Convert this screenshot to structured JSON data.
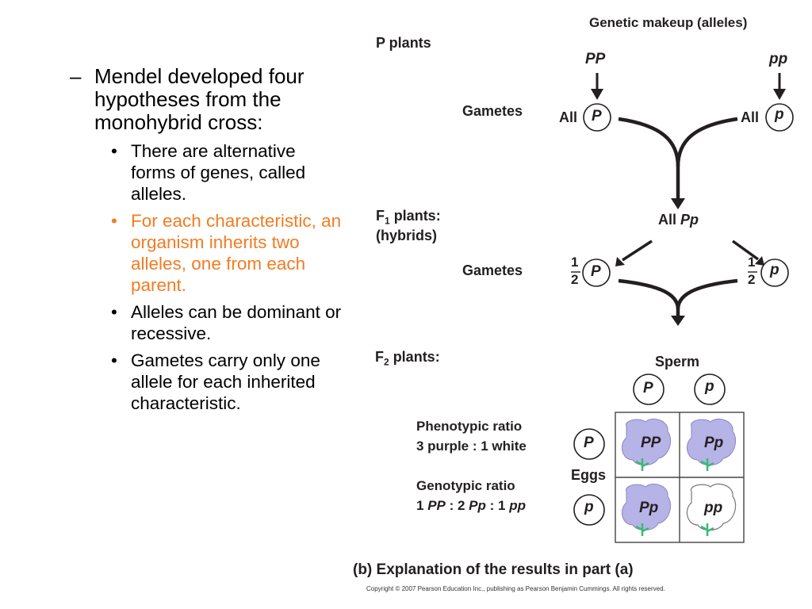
{
  "left": {
    "heading": "Mendel developed four hypotheses from the monohybrid cross:",
    "heading_dash": "–",
    "bullet_char": "•",
    "bullets": [
      "There are alternative forms of genes, called alleles.",
      "For each characteristic, an organism inherits two alleles, one from each parent.",
      "Alleles can be dominant or recessive.",
      "Gametes carry only one allele for each inherited characteristic."
    ]
  },
  "colors": {
    "highlight": "#f27c22",
    "flower_purple": "#b6b3e6",
    "stem_green": "#3cb878"
  },
  "figure": {
    "genetic_makeup": "Genetic makeup (alleles)",
    "p_plants": "P plants",
    "pp_dom": "PP",
    "pp_rec": "pp",
    "gametes": "Gametes",
    "all": "All",
    "allele_P": "P",
    "allele_p": "p",
    "f1_plants_prefix": "F",
    "f1_sub": "1",
    "f1_plants_suffix": " plants:",
    "hybrids": "(hybrids)",
    "all_Pp_prefix": "All ",
    "Pp": "Pp",
    "half_num": "1",
    "half_den": "2",
    "f2_prefix": "F",
    "f2_sub": "2",
    "f2_suffix": " plants:",
    "sperm": "Sperm",
    "eggs": "Eggs",
    "phenotypic_ratio": "Phenotypic ratio",
    "phenotypic_value": "3 purple : 1 white",
    "genotypic_ratio": "Genotypic ratio",
    "geno_1": "1 ",
    "geno_PP": "PP",
    "geno_2": " : 2 ",
    "geno_Pp": "Pp",
    "geno_3": " : 1 ",
    "geno_pp": "pp",
    "punnett": [
      [
        "PP",
        "Pp"
      ],
      [
        "Pp",
        "pp"
      ]
    ],
    "caption": "(b) Explanation of the results in part (a)",
    "copyright": "Copyright © 2007 Pearson Education Inc., publishing as Pearson Benjamin Cummings. All rights reserved."
  }
}
